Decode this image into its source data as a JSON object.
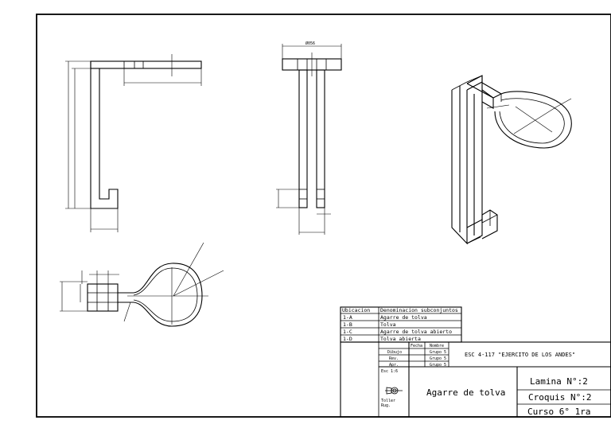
{
  "front_view": {
    "dim_top": ""
  },
  "side_view": {
    "dim_top": "Ø056"
  },
  "parts_table": {
    "header": {
      "location": "Ubicacion",
      "description": "Denominacion subconjuntos"
    },
    "rows": [
      {
        "location": "1-A",
        "description": "Agarre de tolva"
      },
      {
        "location": "1-B",
        "description": "Tolva"
      },
      {
        "location": "1-C",
        "description": "Agarre de tolva abierto"
      },
      {
        "location": "1-D",
        "description": "Tolva abierta"
      }
    ]
  },
  "title_block": {
    "school": "ESC 4-117 \"EJERCITO DE LOS ANDES\"",
    "col_fecha": "Fecha",
    "col_nombre": "Nombre",
    "rows": [
      {
        "label": "Dibujo",
        "name": "Grupo 5"
      },
      {
        "label": "Rev.",
        "name": "Grupo 5"
      },
      {
        "label": "Apr.",
        "name": "Grupo 5"
      }
    ],
    "scale": "Esc 1:6",
    "norm_top": "Toller",
    "norm_bottom": "Rug.",
    "drawing_title": "Agarre de tolva",
    "sheet": "Lamina N°:2",
    "sketch": "Croquis N°:2",
    "course": "Curso 6° 1ra"
  }
}
